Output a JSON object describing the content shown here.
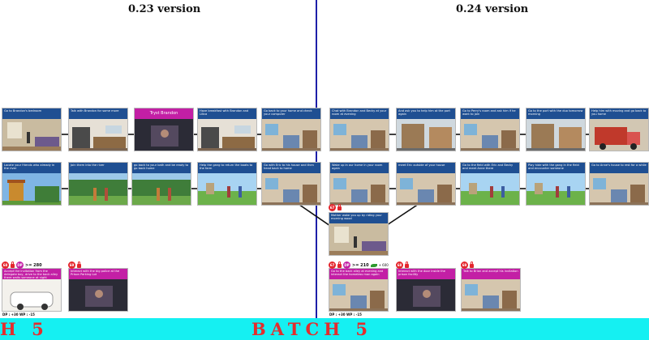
{
  "versions": {
    "left": "0.23 version",
    "right": "0.24 version"
  },
  "banner": {
    "left": "H 5",
    "center": "BATCH 5"
  },
  "colors": {
    "accent_blue": "#1d1fa8",
    "caption_blue": "#1f4f92",
    "magenta": "#c31fa5",
    "badge_red": "#e4262c",
    "banner_cyan": "#15f0f2",
    "banner_text": "#e32d2d"
  },
  "cards": [
    {
      "id": "l1",
      "caption": "Go to Brandon's bedroom",
      "scene": "bedroom"
    },
    {
      "id": "l2",
      "caption": "Talk with Brandon for some more",
      "scene": "kitchen"
    },
    {
      "id": "l3",
      "caption": "Tryst Brandon",
      "scene": "dark",
      "style": "magenta"
    },
    {
      "id": "l4",
      "caption": "Have breakfast with Brandon and Lilica",
      "scene": "kitchen"
    },
    {
      "id": "l5",
      "caption": "Go back to your home and check your computer",
      "scene": "room"
    },
    {
      "id": "l6",
      "caption": "Locate your friends who already in the river",
      "scene": "temple"
    },
    {
      "id": "l7",
      "caption": "Join them into the river",
      "scene": "forest"
    },
    {
      "id": "l8",
      "caption": "go back to your bath and be ready to go back home",
      "scene": "forest"
    },
    {
      "id": "l9",
      "caption": "Help the gang to return the boats to the farm",
      "scene": "field"
    },
    {
      "id": "l10",
      "caption": "Go with Eric to his house and then head back to home",
      "scene": "room"
    },
    {
      "id": "r1",
      "caption": "Chat with Brandon and Becky at your room at evening",
      "scene": "room"
    },
    {
      "id": "r2",
      "caption": "And ask you to help him at the port again",
      "scene": "port"
    },
    {
      "id": "r3",
      "caption": "Go to Perry's room and ask him if he want to join",
      "scene": "room"
    },
    {
      "id": "r4",
      "caption": "Go to the port with the duo tomorrow morning",
      "scene": "port"
    },
    {
      "id": "r5",
      "caption": "Help him with moving and go back to you home",
      "scene": "truck"
    },
    {
      "id": "r6",
      "caption": "Wake up in our home in your room again",
      "scene": "room"
    },
    {
      "id": "r7",
      "caption": "meet Eric outside of your house",
      "scene": "room"
    },
    {
      "id": "r8",
      "caption": "Go to the field with Eric and Becky and meet Anne there",
      "scene": "field"
    },
    {
      "id": "r9",
      "caption": "Play hide with the gang in the field and encounter someone",
      "scene": "field"
    },
    {
      "id": "r10",
      "caption": "Go to Anne's house to rest for a while",
      "scene": "room"
    },
    {
      "id": "r11",
      "caption": "Mother woke you up by riding your morning wood",
      "scene": "bedroom"
    },
    {
      "id": "q1",
      "caption": "Accept the invitation from the delegate boy, drive to the back alley there waits someone at night",
      "scene": "car",
      "style": "magenta"
    },
    {
      "id": "q2",
      "caption": "Interact with the big police at the Prison Parking Lot",
      "scene": "dark",
      "style": "magenta"
    },
    {
      "id": "q3",
      "caption": "Go to the back alley at evening and interact the homeless man again",
      "scene": "room",
      "style": "magenta"
    },
    {
      "id": "q4",
      "caption": "Interact with the door inside the prison facility",
      "scene": "dark",
      "style": "magenta"
    },
    {
      "id": "q5",
      "caption": "Talk to Brian and accept his invitation",
      "scene": "room",
      "style": "magenta"
    }
  ],
  "badges": {
    "r11": {
      "num": "67"
    },
    "q1": {
      "num": "68",
      "mag": "DP",
      "text": ">= 280"
    },
    "q2": {
      "num": "69"
    },
    "q3": {
      "num": "67",
      "mag": "DP",
      "text": ">= 210",
      "extra": "+ 600"
    },
    "q4": {
      "num": "68"
    },
    "q5": {
      "num": "69"
    }
  },
  "stats": {
    "q1": "DP : +30   WP : -15",
    "q3": "DP : +30   WP : -15"
  }
}
